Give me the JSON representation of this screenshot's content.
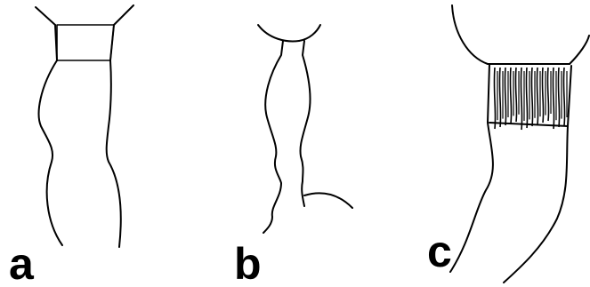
{
  "panels": [
    {
      "id": "a",
      "label": "a"
    },
    {
      "id": "b",
      "label": "b"
    },
    {
      "id": "c",
      "label": "c"
    }
  ],
  "colors": {
    "ink": "#000000",
    "background": "#ffffff"
  }
}
